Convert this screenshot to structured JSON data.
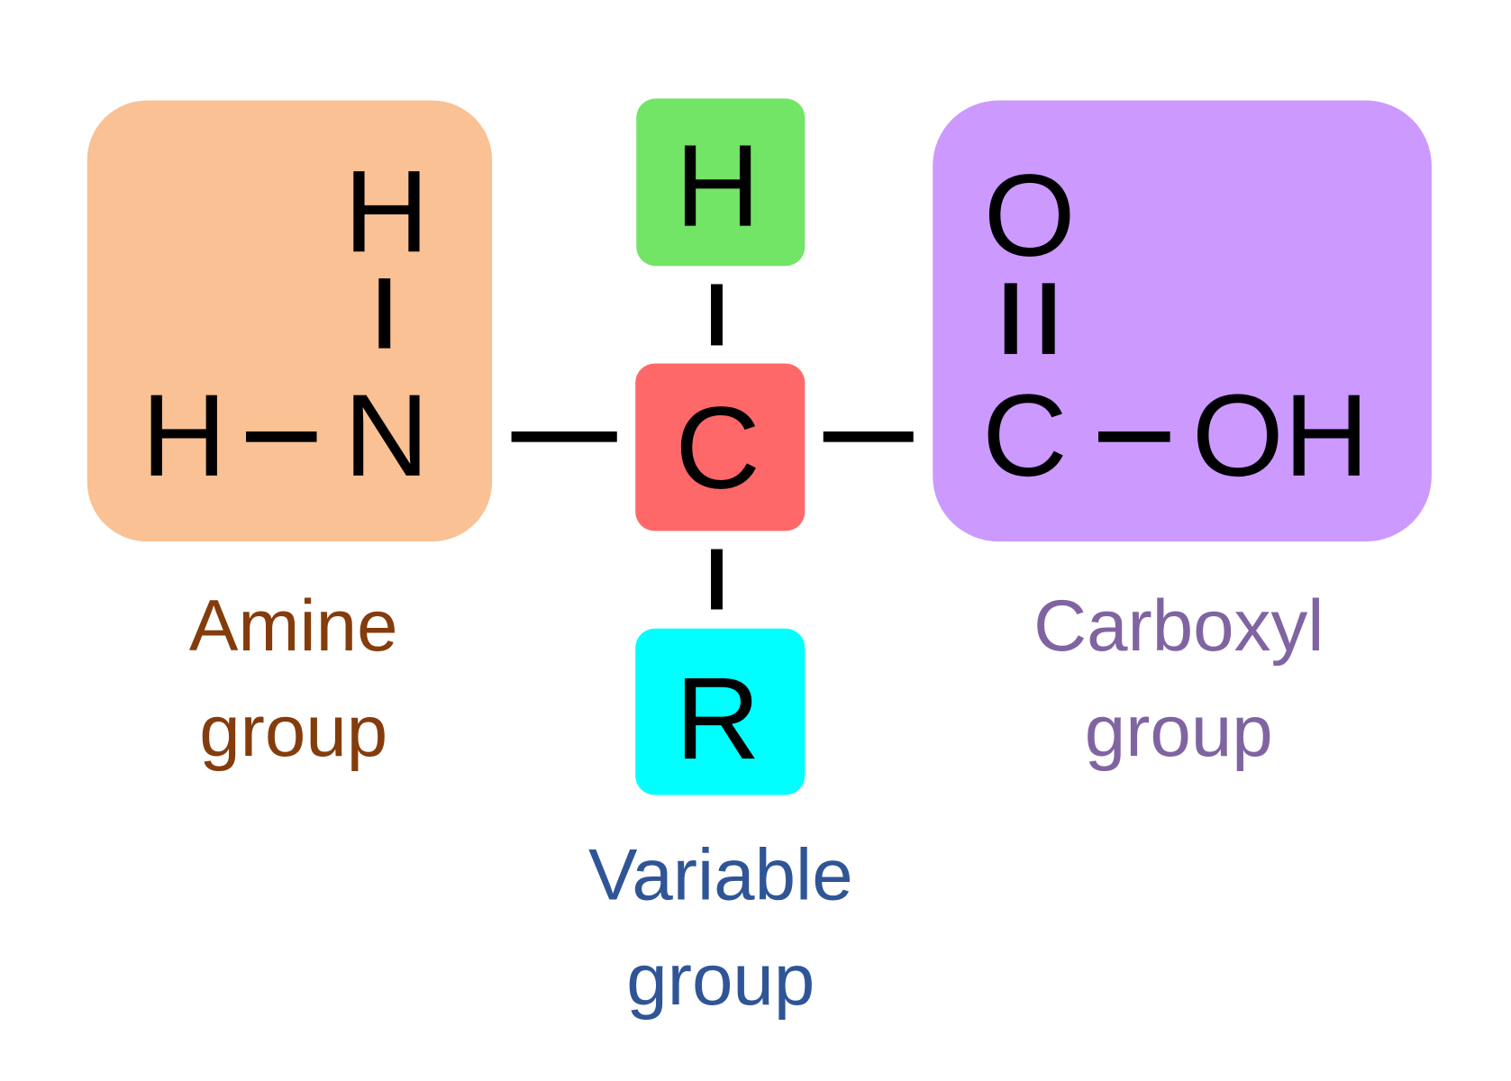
{
  "colors": {
    "amine_box": "#F9C194",
    "hydrogen_box": "#72E466",
    "carbon_box": "#FF6868",
    "r_box": "#00FFFF",
    "carboxyl_box": "#CC99FF",
    "amine_label": "#843C0C",
    "carboxyl_label": "#8064A2",
    "variable_label": "#2F5597"
  },
  "amine": {
    "h_top": "H",
    "h_left": "H",
    "n": "N",
    "label_line1": "Amine",
    "label_line2": "group"
  },
  "center": {
    "h": "H",
    "c": "C",
    "r": "R"
  },
  "carboxyl": {
    "o": "O",
    "c": "C",
    "oh": "OH",
    "label_line1": "Carboxyl",
    "label_line2": "group"
  },
  "variable": {
    "label_line1": "Variable",
    "label_line2": "group"
  }
}
